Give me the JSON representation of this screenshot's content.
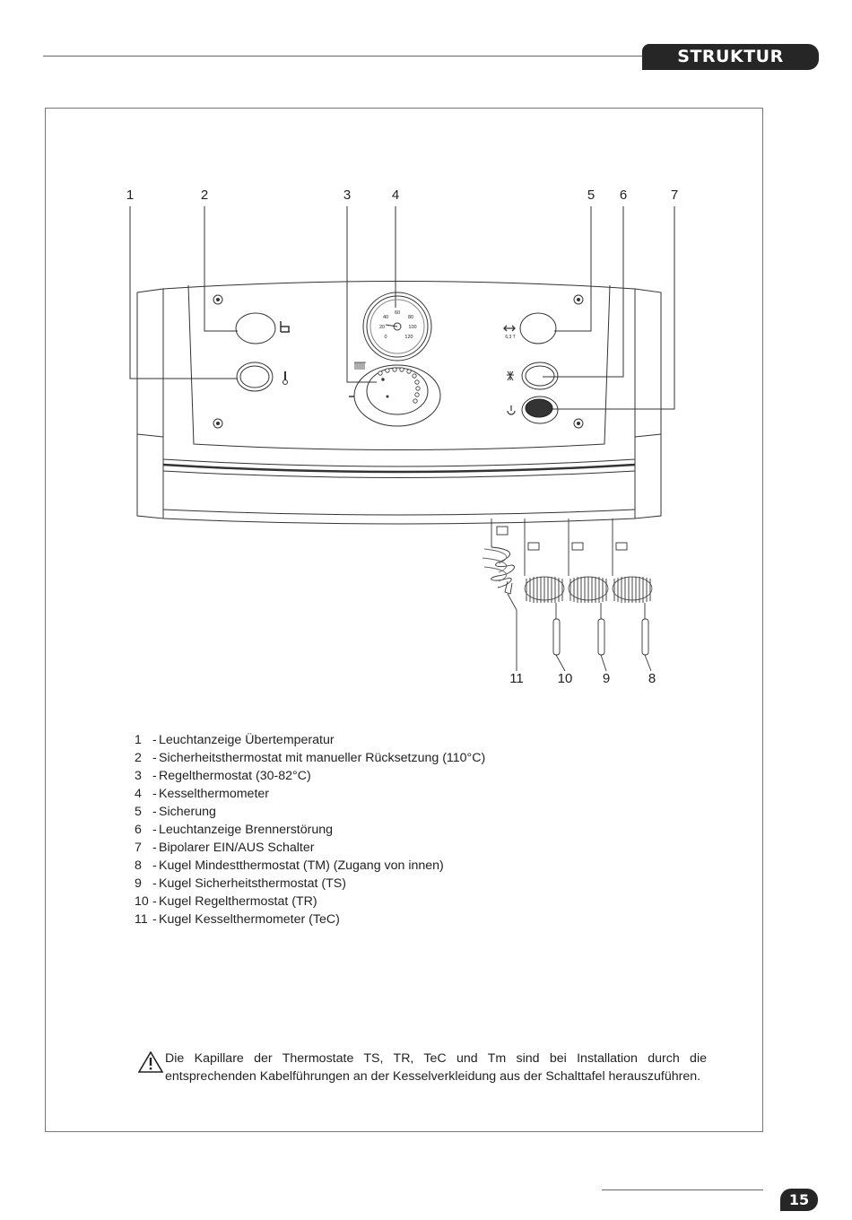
{
  "header": {
    "section_title": "STRUKTUR"
  },
  "diagram": {
    "callouts_top": [
      "1",
      "2",
      "3",
      "4",
      "5",
      "6",
      "7"
    ],
    "callouts_bottom": [
      "11",
      "10",
      "9",
      "8"
    ],
    "thermometer_scale": [
      "60",
      "40",
      "80",
      "20",
      "100",
      "0",
      "120"
    ],
    "fuse_label": "6,3 T"
  },
  "legend": {
    "items": [
      {
        "num": "1",
        "text": "Leuchtanzeige Übertemperatur"
      },
      {
        "num": "2",
        "text": "Sicherheitsthermostat mit manueller Rücksetzung (110°C)"
      },
      {
        "num": "3",
        "text": "Regelthermostat (30-82°C)"
      },
      {
        "num": "4",
        "text": "Kesselthermometer"
      },
      {
        "num": "5",
        "text": "Sicherung"
      },
      {
        "num": "6",
        "text": "Leuchtanzeige Brennerstörung"
      },
      {
        "num": "7",
        "text": "Bipolarer EIN/AUS Schalter"
      },
      {
        "num": "8",
        "text": "Kugel Mindestthermostat (TM) (Zugang von innen)"
      },
      {
        "num": "9",
        "text": "Kugel Sicherheitsthermostat (TS)"
      },
      {
        "num": "10",
        "text": "Kugel Regelthermostat (TR)"
      },
      {
        "num": "11",
        "text": "Kugel Kesselthermometer (TeC)"
      }
    ]
  },
  "note": {
    "text": "Die Kapillare der Thermostate TS, TR, TeC und Tm sind bei Installation durch die entsprechenden Kabelführungen an der Kesselverkleidung aus der Schalttafel herauszuführen."
  },
  "footer": {
    "page_number": "15"
  }
}
